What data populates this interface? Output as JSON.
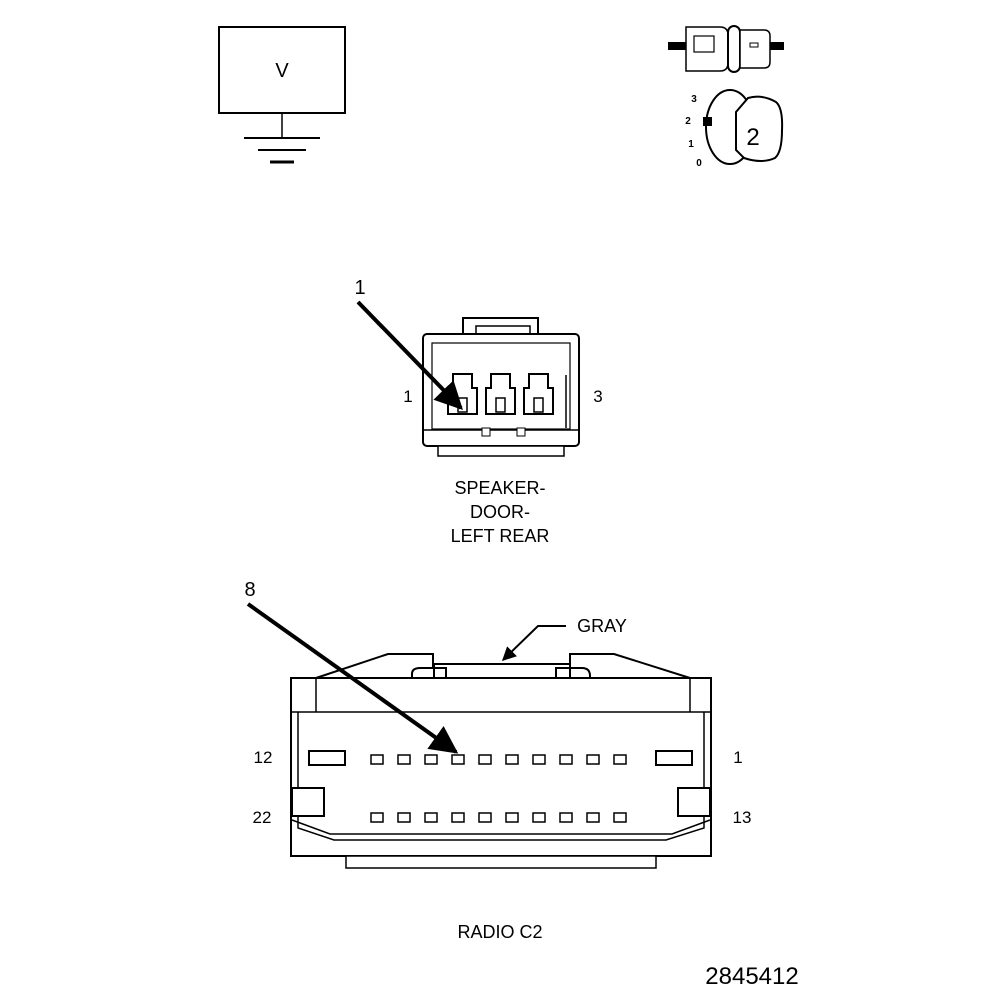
{
  "voltmeter": {
    "symbol": "V"
  },
  "ignition": {
    "positions": [
      "3",
      "2",
      "1",
      "0"
    ],
    "selected": "2"
  },
  "speaker_connector": {
    "callout": "1",
    "pin_left": "1",
    "pin_right": "3",
    "caption_line1": "SPEAKER-",
    "caption_line2": "DOOR-",
    "caption_line3": "LEFT REAR"
  },
  "radio_connector": {
    "callout": "8",
    "color_label": "GRAY",
    "pin_top_left": "12",
    "pin_top_right": "1",
    "pin_bottom_left": "22",
    "pin_bottom_right": "13",
    "caption": "RADIO C2"
  },
  "figure_id": "2845412"
}
